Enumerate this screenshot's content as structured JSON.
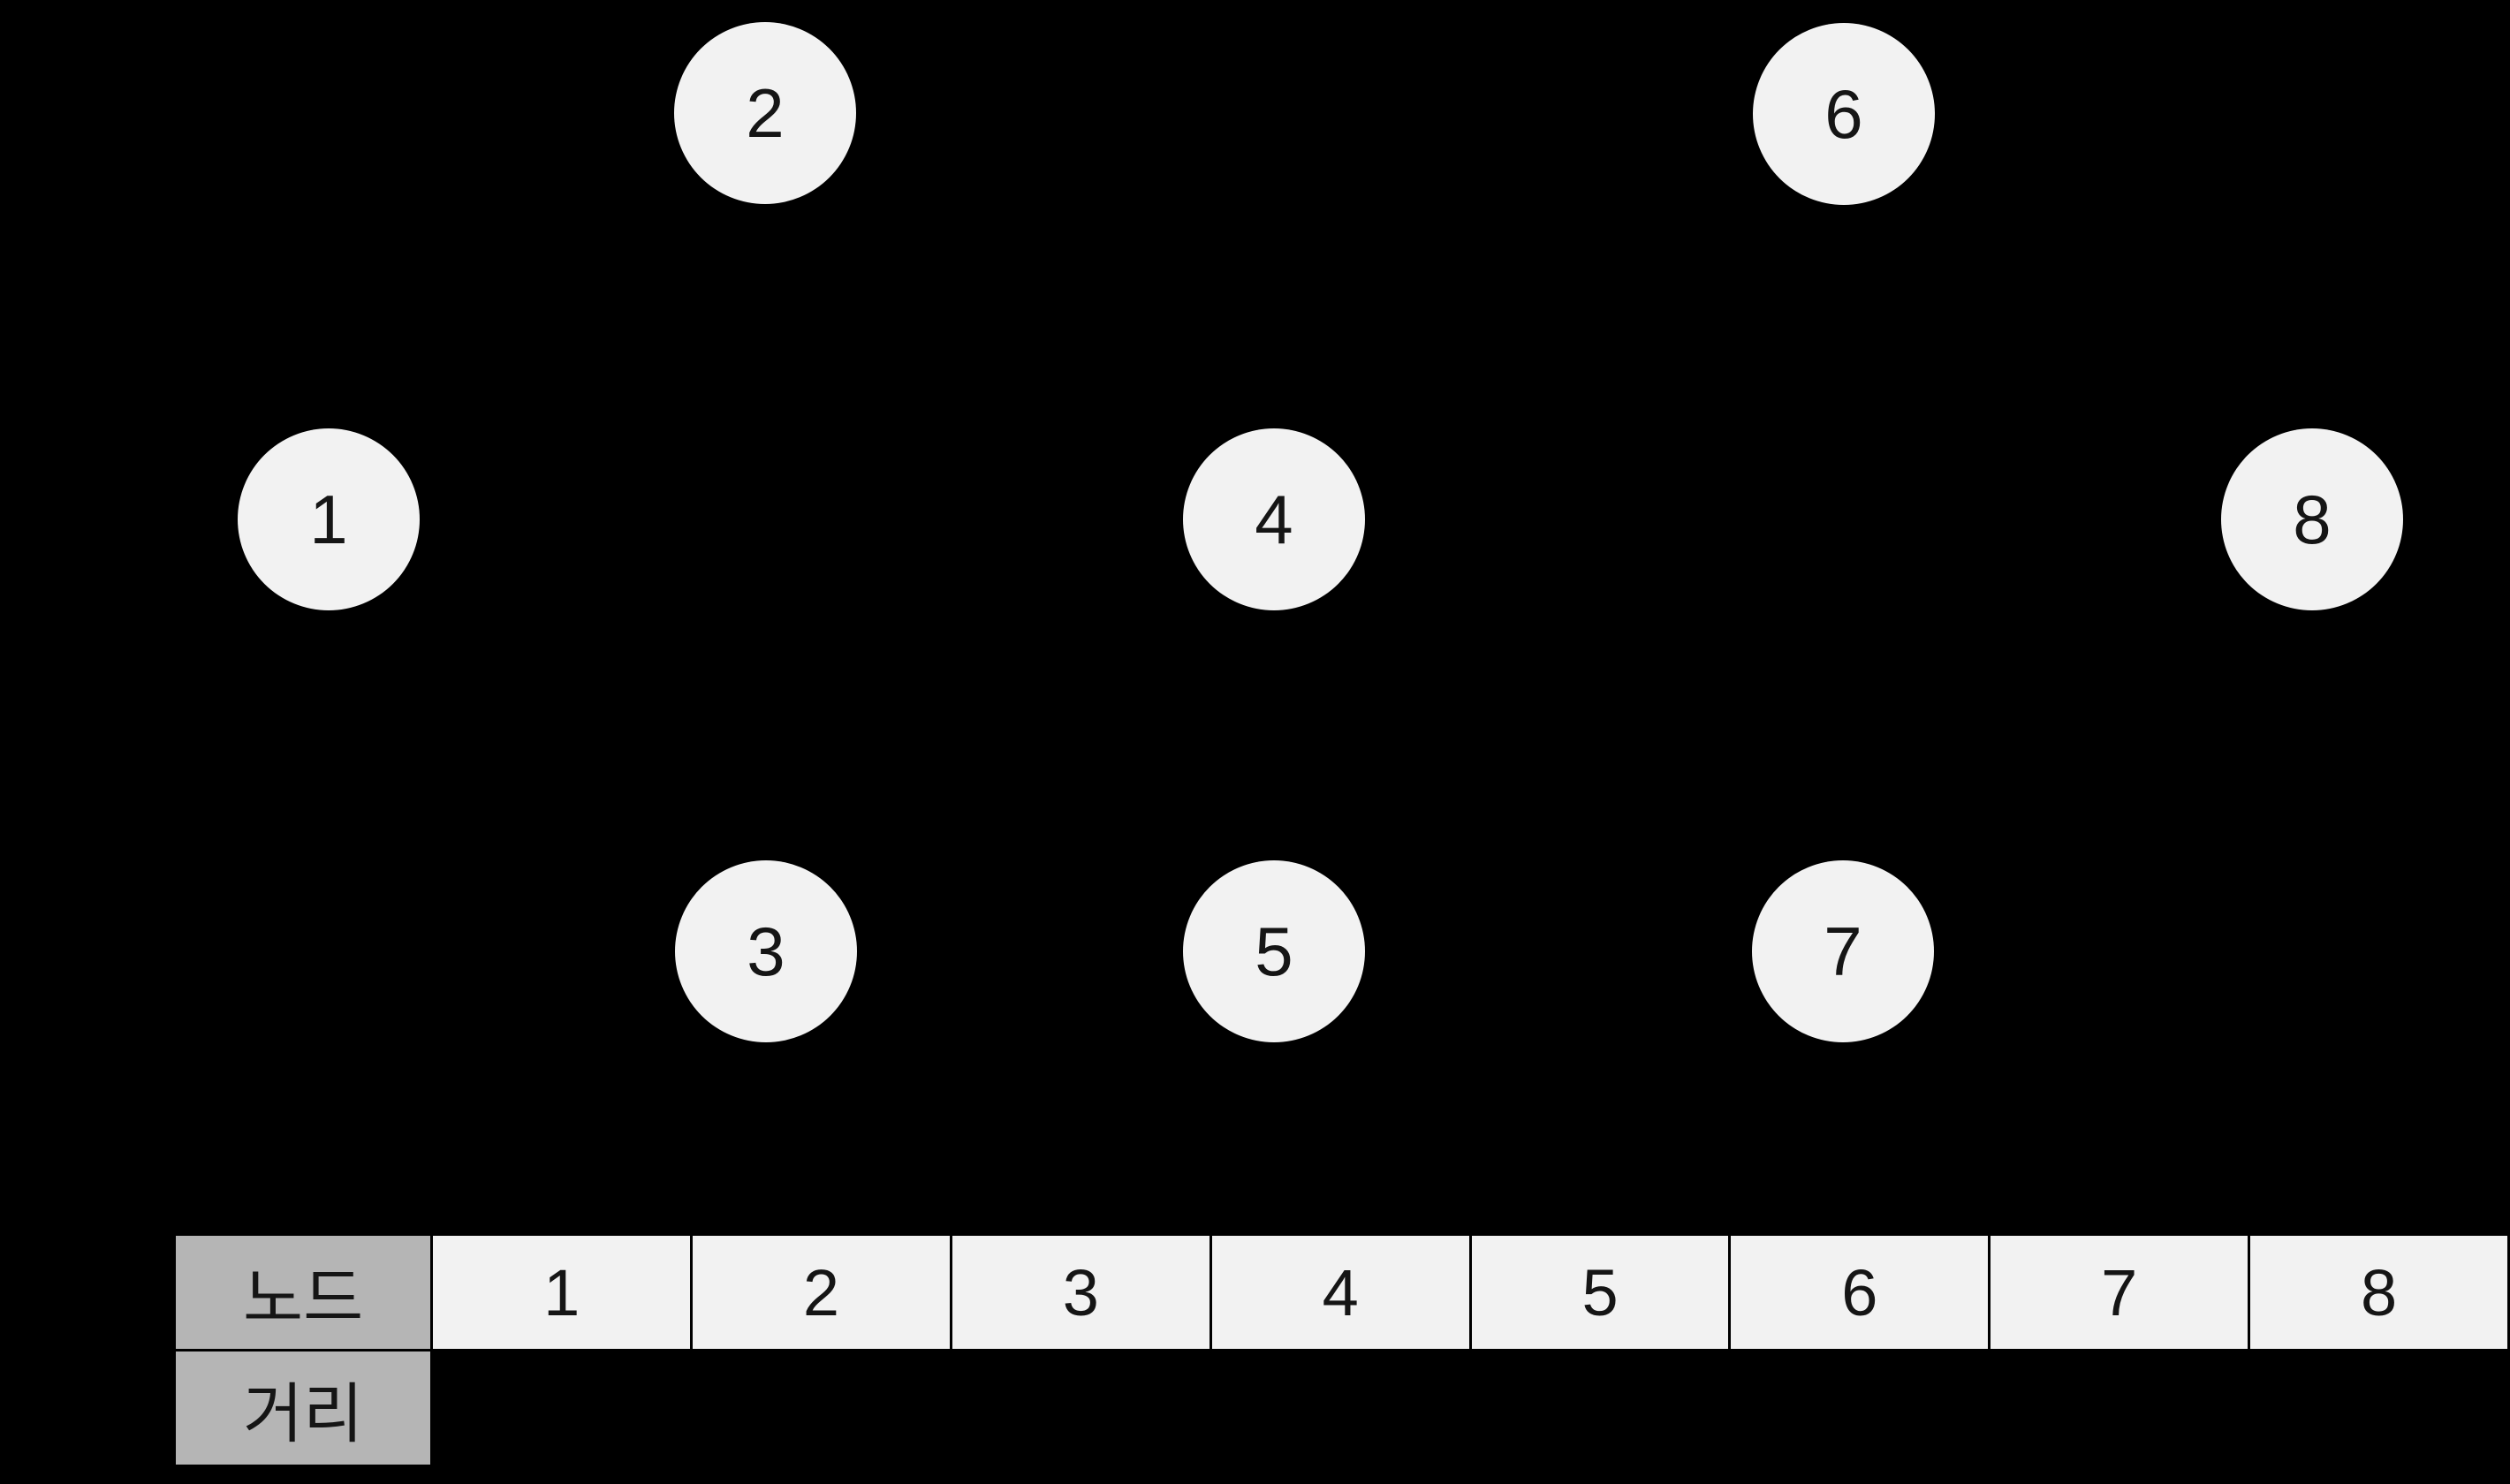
{
  "background_color": "#000000",
  "graph": {
    "node_fill": "#f2f2f2",
    "node_text_color": "#151515",
    "nodes": [
      {
        "label": "1"
      },
      {
        "label": "2"
      },
      {
        "label": "3"
      },
      {
        "label": "4"
      },
      {
        "label": "5"
      },
      {
        "label": "6"
      },
      {
        "label": "7"
      },
      {
        "label": "8"
      }
    ]
  },
  "table": {
    "header_fill": "#b5b5b5",
    "cell_fill": "#f2f2f2",
    "border_color": "#000000",
    "row_headers": [
      "노드",
      "거리"
    ],
    "node_row": [
      "1",
      "2",
      "3",
      "4",
      "5",
      "6",
      "7",
      "8"
    ],
    "distance_row": [
      "",
      "",
      "",
      "",
      "",
      "",
      "",
      ""
    ]
  }
}
